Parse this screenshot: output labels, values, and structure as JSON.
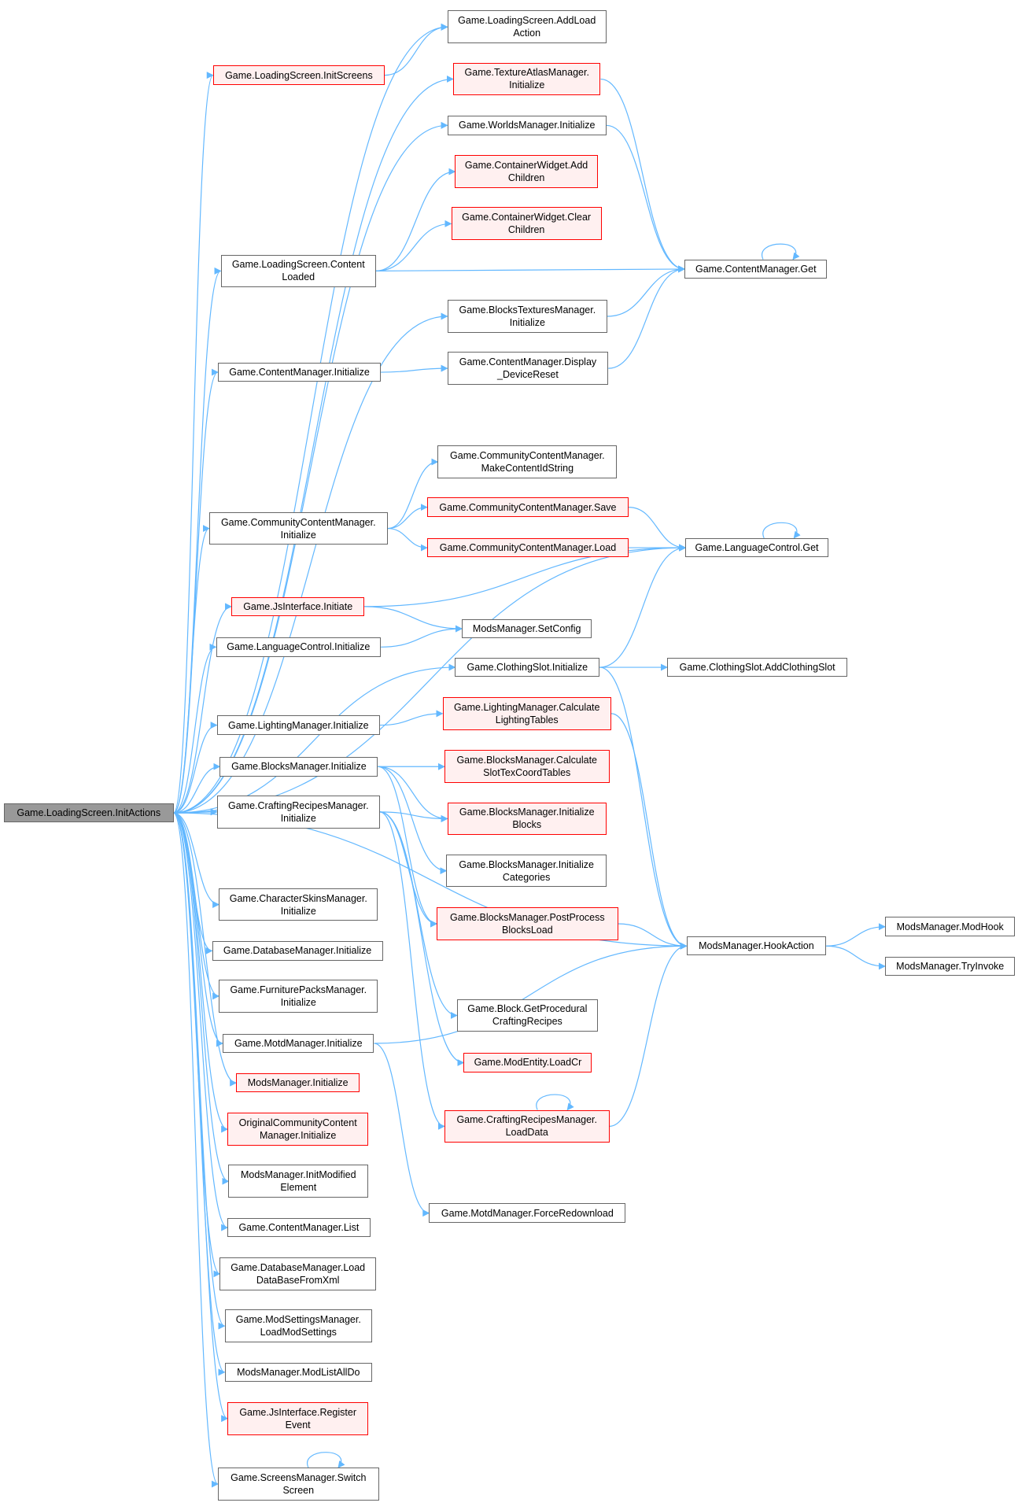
{
  "colors": {
    "edge": "#63b8ff",
    "red_border": "#ff0000",
    "red_fill": "#fff0f0",
    "root_fill": "#999999",
    "node_border": "#666666"
  },
  "nodes": [
    {
      "id": "root",
      "label": "Game.LoadingScreen.InitActions",
      "style": "root"
    },
    {
      "id": "addload",
      "label": "Game.LoadingScreen.AddLoad\nAction",
      "style": "normal"
    },
    {
      "id": "initscreens",
      "label": "Game.LoadingScreen.InitScreens",
      "style": "red"
    },
    {
      "id": "texatlas",
      "label": "Game.TextureAtlasManager.\nInitialize",
      "style": "red"
    },
    {
      "id": "worlds",
      "label": "Game.WorldsManager.Initialize",
      "style": "normal"
    },
    {
      "id": "cwadd",
      "label": "Game.ContainerWidget.Add\nChildren",
      "style": "red"
    },
    {
      "id": "cwclear",
      "label": "Game.ContainerWidget.Clear\nChildren",
      "style": "red"
    },
    {
      "id": "lscontent",
      "label": "Game.LoadingScreen.Content\nLoaded",
      "style": "normal"
    },
    {
      "id": "cmget",
      "label": "Game.ContentManager.Get",
      "style": "normal"
    },
    {
      "id": "btm",
      "label": "Game.BlocksTexturesManager.\nInitialize",
      "style": "normal"
    },
    {
      "id": "cminit",
      "label": "Game.ContentManager.Initialize",
      "style": "normal"
    },
    {
      "id": "cmdisplay",
      "label": "Game.ContentManager.Display\n_DeviceReset",
      "style": "normal"
    },
    {
      "id": "ccmmake",
      "label": "Game.CommunityContentManager.\nMakeContentIdString",
      "style": "normal"
    },
    {
      "id": "ccminit",
      "label": "Game.CommunityContentManager.\nInitialize",
      "style": "normal"
    },
    {
      "id": "ccmsave",
      "label": "Game.CommunityContentManager.Save",
      "style": "red"
    },
    {
      "id": "ccmload",
      "label": "Game.CommunityContentManager.Load",
      "style": "red"
    },
    {
      "id": "lcget",
      "label": "Game.LanguageControl.Get",
      "style": "normal"
    },
    {
      "id": "jsinit",
      "label": "Game.JsInterface.Initiate",
      "style": "red"
    },
    {
      "id": "setconfig",
      "label": "ModsManager.SetConfig",
      "style": "normal"
    },
    {
      "id": "lcinit",
      "label": "Game.LanguageControl.Initialize",
      "style": "normal"
    },
    {
      "id": "csinit",
      "label": "Game.ClothingSlot.Initialize",
      "style": "normal"
    },
    {
      "id": "csadd",
      "label": "Game.ClothingSlot.AddClothingSlot",
      "style": "normal"
    },
    {
      "id": "lminit",
      "label": "Game.LightingManager.Initialize",
      "style": "normal"
    },
    {
      "id": "lmcalc",
      "label": "Game.LightingManager.Calculate\nLightingTables",
      "style": "red"
    },
    {
      "id": "bminit",
      "label": "Game.BlocksManager.Initialize",
      "style": "normal"
    },
    {
      "id": "bmcalc",
      "label": "Game.BlocksManager.Calculate\nSlotTexCoordTables",
      "style": "red"
    },
    {
      "id": "bminitb",
      "label": "Game.BlocksManager.Initialize\nBlocks",
      "style": "red"
    },
    {
      "id": "crminit",
      "label": "Game.CraftingRecipesManager.\nInitialize",
      "style": "normal"
    },
    {
      "id": "bminitc",
      "label": "Game.BlocksManager.Initialize\nCategories",
      "style": "normal"
    },
    {
      "id": "bmpost",
      "label": "Game.BlocksManager.PostProcess\nBlocksLoad",
      "style": "red"
    },
    {
      "id": "hook",
      "label": "ModsManager.HookAction",
      "style": "normal"
    },
    {
      "id": "modhook",
      "label": "ModsManager.ModHook",
      "style": "normal"
    },
    {
      "id": "tryinvoke",
      "label": "ModsManager.TryInvoke",
      "style": "normal"
    },
    {
      "id": "csmi",
      "label": "Game.CharacterSkinsManager.\nInitialize",
      "style": "normal"
    },
    {
      "id": "dbinit",
      "label": "Game.DatabaseManager.Initialize",
      "style": "normal"
    },
    {
      "id": "fpinit",
      "label": "Game.FurniturePacksManager.\nInitialize",
      "style": "normal"
    },
    {
      "id": "blockproc",
      "label": "Game.Block.GetProcedural\nCraftingRecipes",
      "style": "normal"
    },
    {
      "id": "motdinit",
      "label": "Game.MotdManager.Initialize",
      "style": "normal"
    },
    {
      "id": "modentity",
      "label": "Game.ModEntity.LoadCr",
      "style": "red"
    },
    {
      "id": "mminit",
      "label": "ModsManager.Initialize",
      "style": "red"
    },
    {
      "id": "occm",
      "label": "OriginalCommunityContent\nManager.Initialize",
      "style": "red"
    },
    {
      "id": "crmload",
      "label": "Game.CraftingRecipesManager.\nLoadData",
      "style": "red"
    },
    {
      "id": "mminitmod",
      "label": "ModsManager.InitModified\nElement",
      "style": "normal"
    },
    {
      "id": "motdforce",
      "label": "Game.MotdManager.ForceRedownload",
      "style": "normal"
    },
    {
      "id": "cmlist",
      "label": "Game.ContentManager.List",
      "style": "normal"
    },
    {
      "id": "dbload",
      "label": "Game.DatabaseManager.Load\nDataBaseFromXml",
      "style": "normal"
    },
    {
      "id": "modsettings",
      "label": "Game.ModSettingsManager.\nLoadModSettings",
      "style": "normal"
    },
    {
      "id": "modlist",
      "label": "ModsManager.ModListAllDo",
      "style": "normal"
    },
    {
      "id": "jsreg",
      "label": "Game.JsInterface.Register\nEvent",
      "style": "red"
    },
    {
      "id": "switch",
      "label": "Game.ScreensManager.Switch\nScreen",
      "style": "normal"
    }
  ],
  "edges": [
    [
      "root",
      "addload"
    ],
    [
      "root",
      "initscreens"
    ],
    [
      "root",
      "texatlas"
    ],
    [
      "root",
      "worlds"
    ],
    [
      "root",
      "lscontent"
    ],
    [
      "root",
      "btm"
    ],
    [
      "root",
      "cminit"
    ],
    [
      "root",
      "lcget"
    ],
    [
      "root",
      "ccminit"
    ],
    [
      "root",
      "jsinit"
    ],
    [
      "root",
      "lcinit"
    ],
    [
      "root",
      "csinit"
    ],
    [
      "root",
      "lminit"
    ],
    [
      "root",
      "bminit"
    ],
    [
      "root",
      "crminit"
    ],
    [
      "root",
      "hook"
    ],
    [
      "root",
      "csmi"
    ],
    [
      "root",
      "dbinit"
    ],
    [
      "root",
      "fpinit"
    ],
    [
      "root",
      "motdinit"
    ],
    [
      "root",
      "mminit"
    ],
    [
      "root",
      "occm"
    ],
    [
      "root",
      "mminitmod"
    ],
    [
      "root",
      "cmlist"
    ],
    [
      "root",
      "dbload"
    ],
    [
      "root",
      "modsettings"
    ],
    [
      "root",
      "modlist"
    ],
    [
      "root",
      "jsreg"
    ],
    [
      "root",
      "switch"
    ],
    [
      "initscreens",
      "addload"
    ],
    [
      "texatlas",
      "cmget"
    ],
    [
      "worlds",
      "cmget"
    ],
    [
      "lscontent",
      "cwadd"
    ],
    [
      "lscontent",
      "cwclear"
    ],
    [
      "lscontent",
      "cmget"
    ],
    [
      "btm",
      "cmget"
    ],
    [
      "cminit",
      "cmdisplay"
    ],
    [
      "cmdisplay",
      "cmget"
    ],
    [
      "cmget",
      "cmget"
    ],
    [
      "ccminit",
      "ccmmake"
    ],
    [
      "ccminit",
      "ccmsave"
    ],
    [
      "ccminit",
      "ccmload"
    ],
    [
      "ccmsave",
      "lcget"
    ],
    [
      "ccmload",
      "lcget"
    ],
    [
      "lcget",
      "lcget"
    ],
    [
      "jsinit",
      "lcget"
    ],
    [
      "jsinit",
      "setconfig"
    ],
    [
      "lcinit",
      "setconfig"
    ],
    [
      "csinit",
      "lcget"
    ],
    [
      "csinit",
      "csadd"
    ],
    [
      "csinit",
      "hook"
    ],
    [
      "lminit",
      "lmcalc"
    ],
    [
      "lmcalc",
      "hook"
    ],
    [
      "bminit",
      "bmcalc"
    ],
    [
      "bminit",
      "bminitb"
    ],
    [
      "bminit",
      "bminitc"
    ],
    [
      "bminit",
      "bmpost"
    ],
    [
      "bmpost",
      "hook"
    ],
    [
      "crminit",
      "blockproc"
    ],
    [
      "crminit",
      "modentity"
    ],
    [
      "crminit",
      "crmload"
    ],
    [
      "crminit",
      "bminitb"
    ],
    [
      "crminit",
      "bmpost"
    ],
    [
      "crmload",
      "crmload"
    ],
    [
      "crmload",
      "hook"
    ],
    [
      "motdinit",
      "motdforce"
    ],
    [
      "motdinit",
      "hook"
    ],
    [
      "switch",
      "switch"
    ],
    [
      "hook",
      "modhook"
    ],
    [
      "hook",
      "tryinvoke"
    ]
  ]
}
